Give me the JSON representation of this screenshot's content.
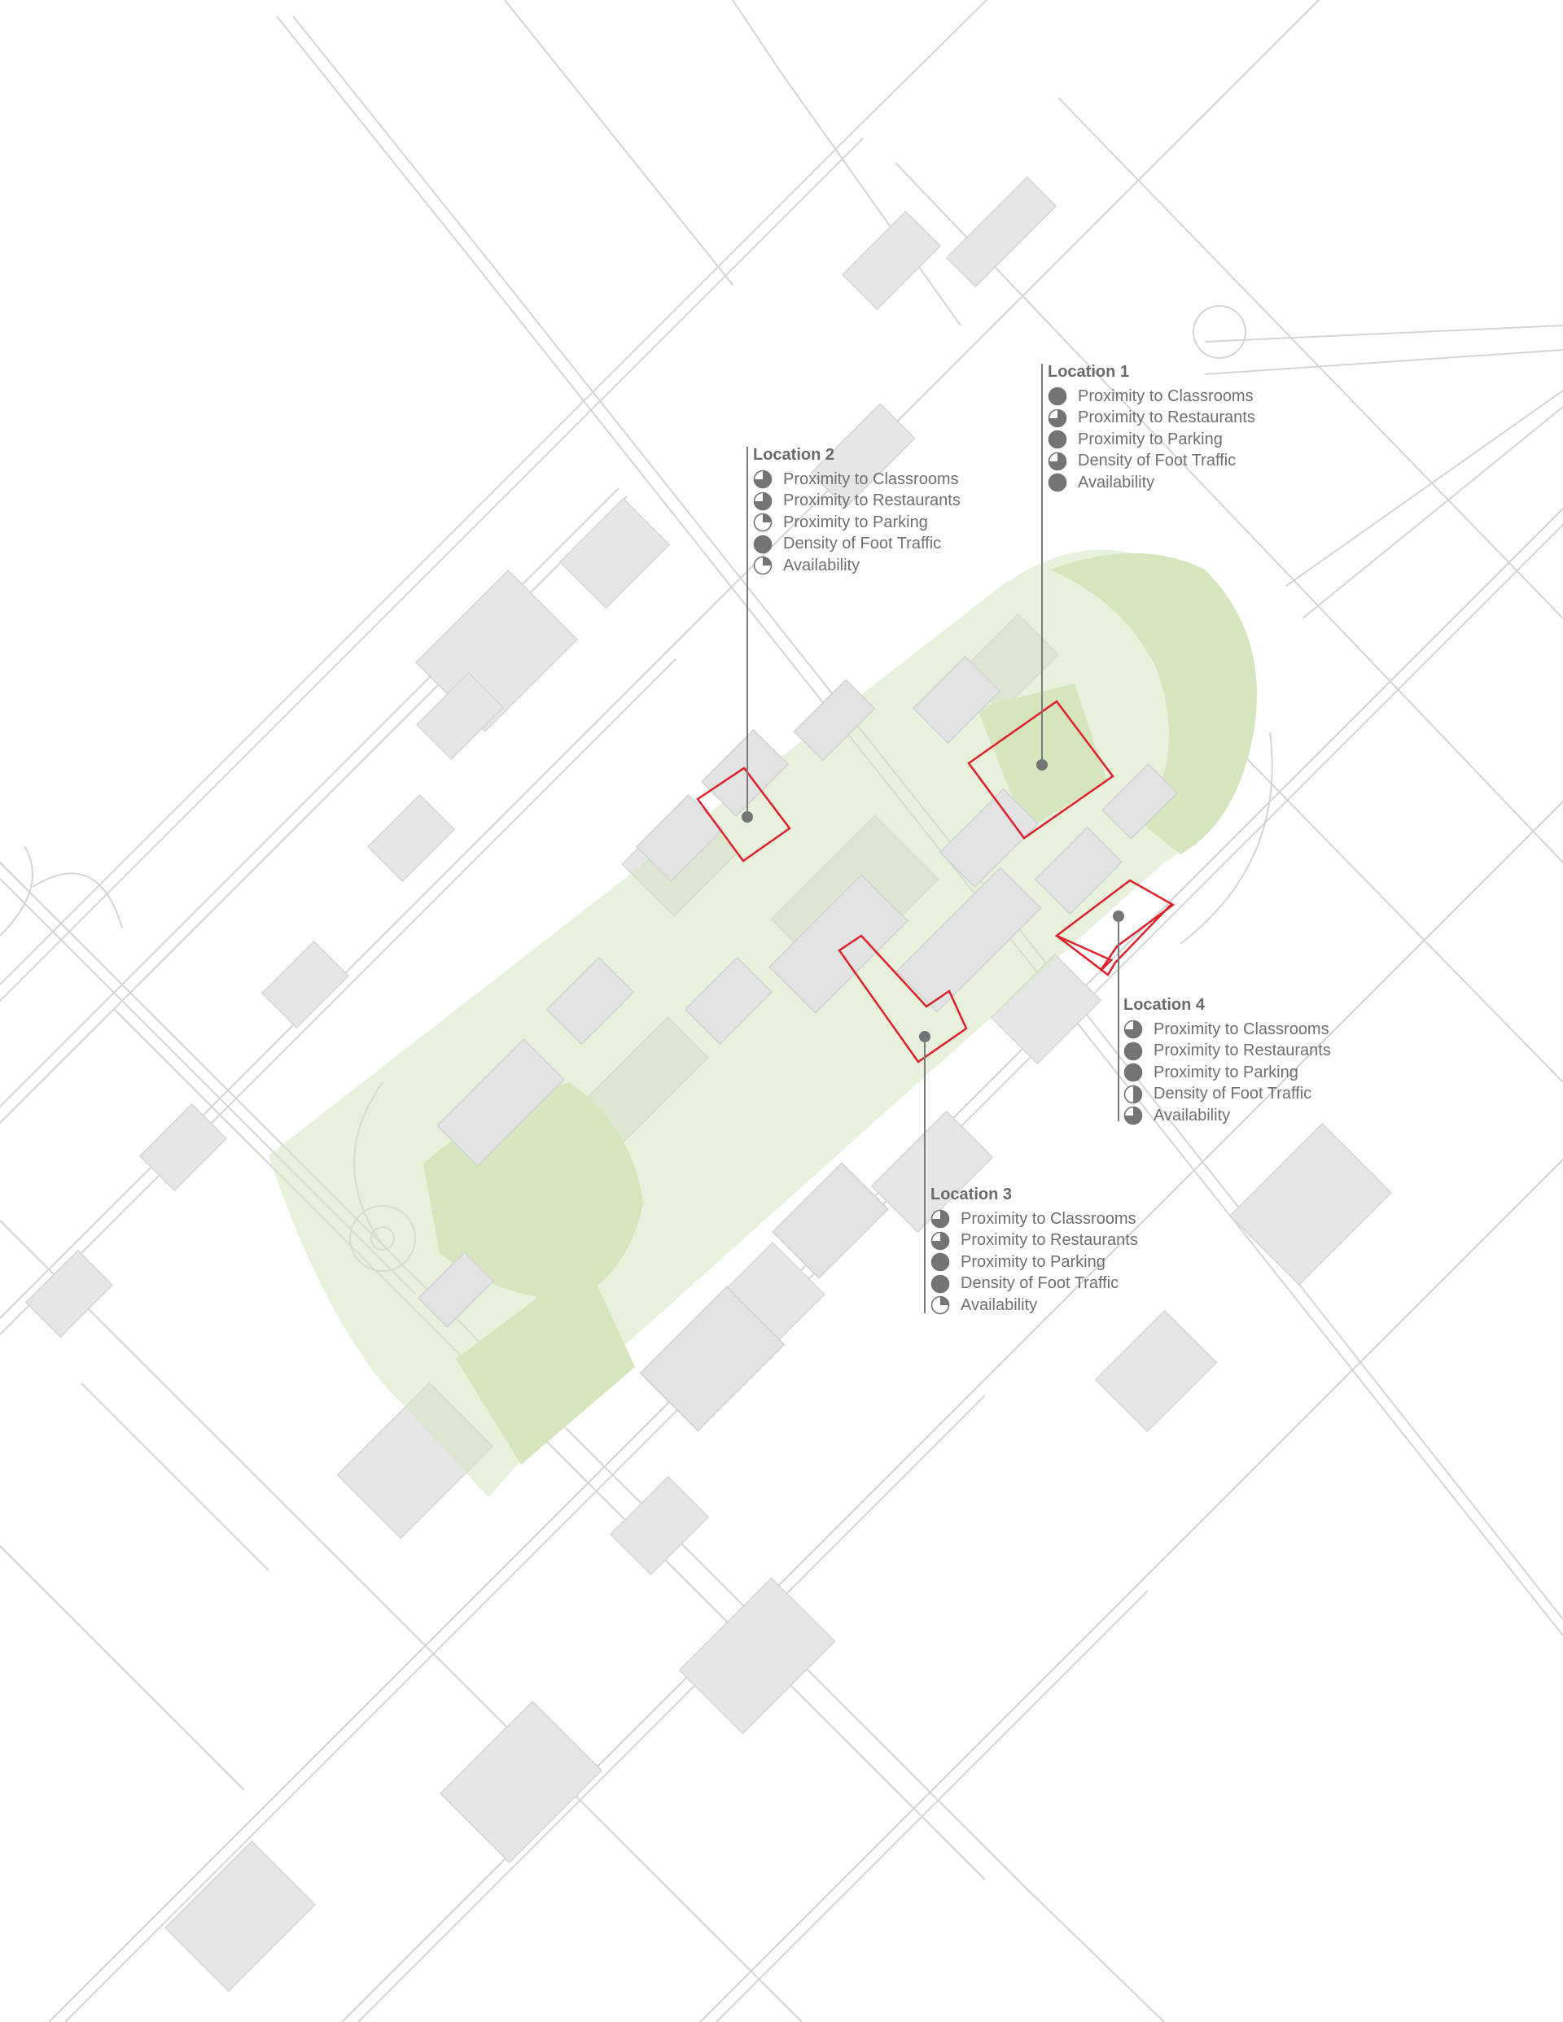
{
  "colors": {
    "background": "#ffffff",
    "road_line": "#d4d4d4",
    "building": "#e6e6e6",
    "green_space": "#d6e5bd",
    "site_outline": "#e0202a",
    "marker": "#747476",
    "callout_text": "#6f6f71"
  },
  "icon_names": [
    "harvey-ball-icon",
    "marker-dot-icon"
  ],
  "criteria_labels": [
    "Proximity to Classrooms",
    "Proximity to Restaurants",
    "Proximity to Parking",
    "Density of Foot Traffic",
    "Availability"
  ],
  "locations": [
    {
      "title": "Location 1",
      "ratings": [
        {
          "label": "Proximity to Classrooms",
          "fill": 1.0
        },
        {
          "label": "Proximity to Restaurants",
          "fill": 0.75
        },
        {
          "label": "Proximity to Parking",
          "fill": 1.0
        },
        {
          "label": "Density of Foot Traffic",
          "fill": 0.75
        },
        {
          "label": "Availability",
          "fill": 1.0
        }
      ]
    },
    {
      "title": "Location 2",
      "ratings": [
        {
          "label": "Proximity to Classrooms",
          "fill": 0.75
        },
        {
          "label": "Proximity to Restaurants",
          "fill": 0.75
        },
        {
          "label": "Proximity to Parking",
          "fill": 0.25
        },
        {
          "label": "Density of Foot Traffic",
          "fill": 1.0
        },
        {
          "label": "Availability",
          "fill": 0.25
        }
      ]
    },
    {
      "title": "Location 3",
      "ratings": [
        {
          "label": "Proximity to Classrooms",
          "fill": 0.75
        },
        {
          "label": "Proximity to Restaurants",
          "fill": 0.75
        },
        {
          "label": "Proximity to Parking",
          "fill": 1.0
        },
        {
          "label": "Density of Foot Traffic",
          "fill": 1.0
        },
        {
          "label": "Availability",
          "fill": 0.25
        }
      ]
    },
    {
      "title": "Location 4",
      "ratings": [
        {
          "label": "Proximity to Classrooms",
          "fill": 0.75
        },
        {
          "label": "Proximity to Restaurants",
          "fill": 1.0
        },
        {
          "label": "Proximity to Parking",
          "fill": 1.0
        },
        {
          "label": "Density of Foot Traffic",
          "fill": 0.5
        },
        {
          "label": "Availability",
          "fill": 0.75
        }
      ]
    }
  ]
}
